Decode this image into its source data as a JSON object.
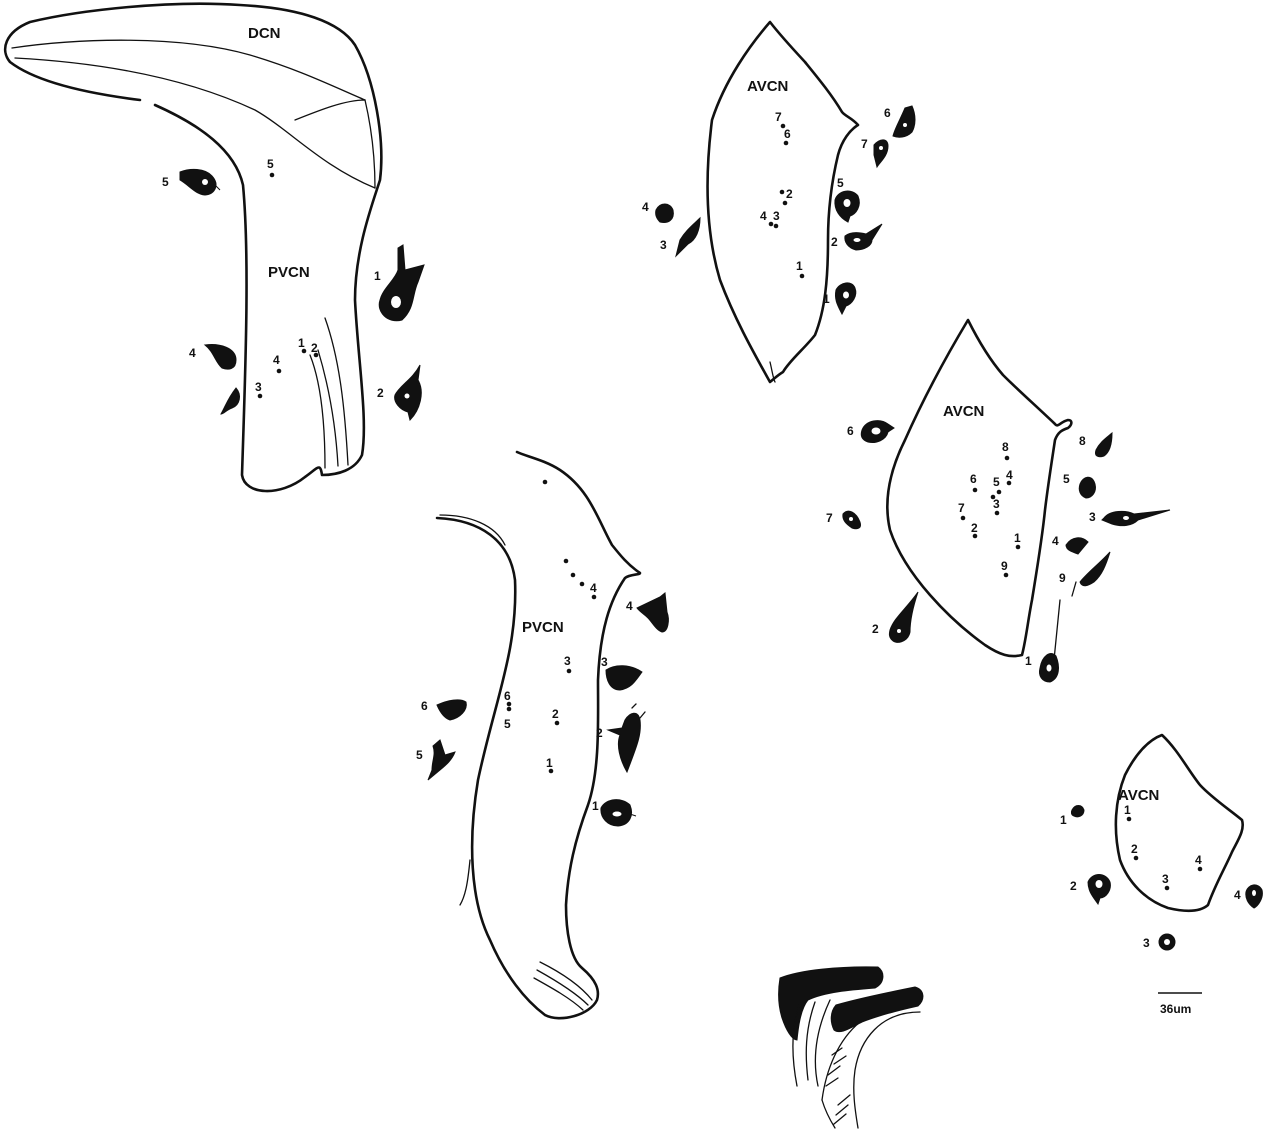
{
  "panels": {
    "top_left": {
      "dcn_label": "DCN",
      "pvcn_label": "PVCN",
      "site_labels": [
        "5",
        "1",
        "2",
        "4",
        "3"
      ],
      "cell_labels": [
        "5",
        "1",
        "4",
        "2"
      ]
    },
    "bottom_middle": {
      "pvcn_label": "PVCN",
      "site_labels": [
        "4",
        "3",
        "6",
        "5",
        "2",
        "1"
      ],
      "cell_labels": [
        "4",
        "3",
        "6",
        "2",
        "5",
        "1"
      ]
    },
    "top_right": {
      "avcn_label": "AVCN",
      "site_labels": [
        "7",
        "6",
        "2",
        "4",
        "3",
        "1"
      ],
      "cell_labels": [
        "6",
        "7",
        "5",
        "4",
        "3",
        "2",
        "1"
      ]
    },
    "middle_right": {
      "avcn_label": "AVCN",
      "site_labels": [
        "8",
        "6",
        "5",
        "4",
        "3",
        "7",
        "2",
        "1",
        "9"
      ],
      "cell_labels": [
        "6",
        "8",
        "5",
        "7",
        "3",
        "4",
        "9",
        "2",
        "1"
      ]
    },
    "bottom_right": {
      "avcn_label": "AVCN",
      "site_labels": [
        "1",
        "2",
        "4",
        "3"
      ],
      "cell_labels": [
        "1",
        "2",
        "4",
        "3"
      ]
    }
  },
  "scale_bar": {
    "label": "36um"
  },
  "inset": {
    "description_icon": "cochlear-nucleus-overview-icon"
  }
}
